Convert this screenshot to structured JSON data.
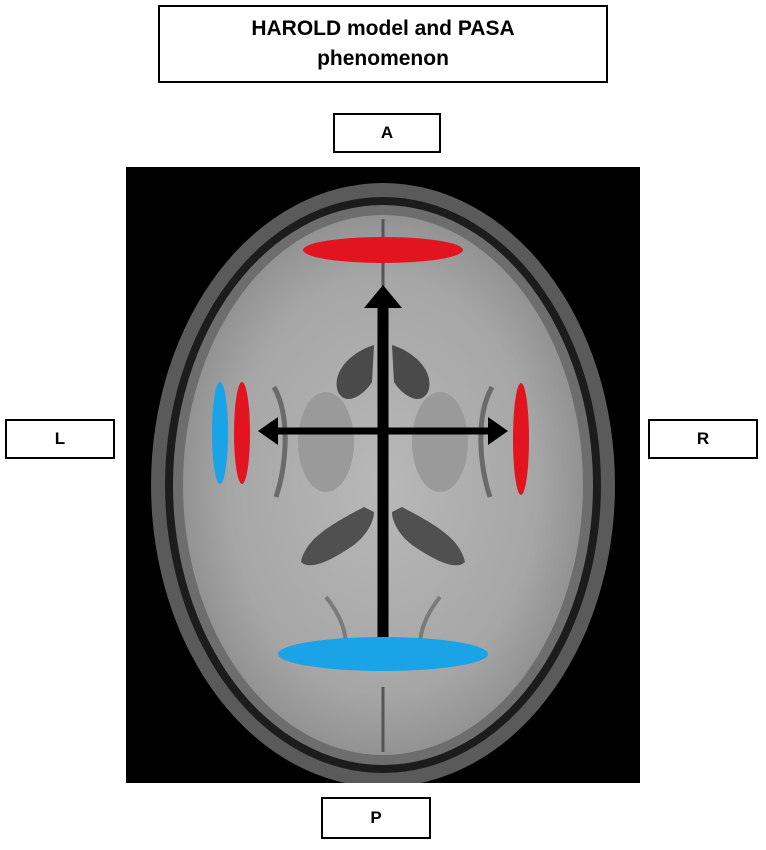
{
  "title": "HAROLD model and PASA phenomenon",
  "labels": {
    "anterior": "A",
    "posterior": "P",
    "left": "L",
    "right": "R"
  },
  "colors": {
    "red_region": "#e2141f",
    "blue_region": "#1aa3e6",
    "arrow": "#000000",
    "scan_background": "#000000"
  }
}
